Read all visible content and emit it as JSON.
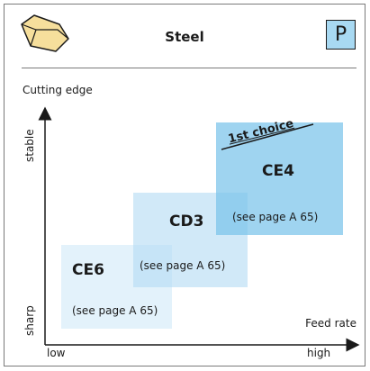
{
  "header": {
    "title": "Steel",
    "grade_letter": "P",
    "icon": "insert-icon"
  },
  "axes": {
    "y_title": "Cutting edge",
    "x_title": "Feed rate",
    "y_ticks": {
      "top": "stable",
      "bottom": "sharp"
    },
    "x_ticks": {
      "left": "low",
      "right": "high"
    }
  },
  "regions": [
    {
      "id": "CE6",
      "title": "CE6",
      "ref": "(see page A 65)",
      "color": "#e3f2fb"
    },
    {
      "id": "CD3",
      "title": "CD3",
      "ref": "(see page A 65)",
      "color": "#c8e6f7"
    },
    {
      "id": "CE4",
      "title": "CE4",
      "ref": "(see page A 65)",
      "color": "#9dd5f1",
      "badge": "1st choice"
    }
  ],
  "colors": {
    "grade_box": "#a8d9f2",
    "frame": "#7a7a7a"
  }
}
